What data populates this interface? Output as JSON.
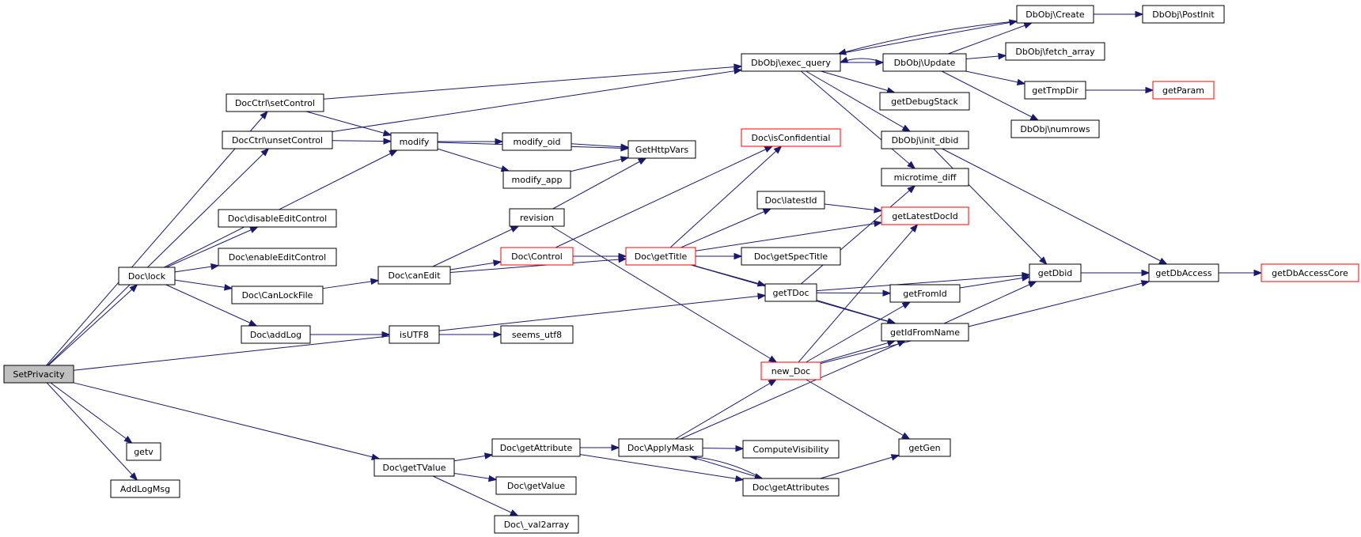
{
  "colors": {
    "edge": "#191970",
    "node_border": "#000000",
    "incomplete_border": "#ff0000",
    "root_fill": "#bfbfbf"
  },
  "nodes": [
    {
      "id": "SetPrivacity",
      "label": "SetPrivacity",
      "root": true
    },
    {
      "id": "getv",
      "label": "getv"
    },
    {
      "id": "AddLogMsg",
      "label": "AddLogMsg"
    },
    {
      "id": "Doc_lock",
      "label": "Doc\\lock"
    },
    {
      "id": "DocCtrl_setControl",
      "label": "DocCtrl\\setControl"
    },
    {
      "id": "DocCtrl_unsetControl",
      "label": "DocCtrl\\unsetControl"
    },
    {
      "id": "Doc_disableEditControl",
      "label": "Doc\\disableEditControl"
    },
    {
      "id": "Doc_enableEditControl",
      "label": "Doc\\enableEditControl"
    },
    {
      "id": "Doc_CanLockFile",
      "label": "Doc\\CanLockFile"
    },
    {
      "id": "Doc_addLog",
      "label": "Doc\\addLog"
    },
    {
      "id": "Doc_getTValue",
      "label": "Doc\\getTValue"
    },
    {
      "id": "modify",
      "label": "modify"
    },
    {
      "id": "Doc_canEdit",
      "label": "Doc\\canEdit"
    },
    {
      "id": "isUTF8",
      "label": "isUTF8"
    },
    {
      "id": "Doc_getAttribute",
      "label": "Doc\\getAttribute"
    },
    {
      "id": "Doc_getValue",
      "label": "Doc\\getValue"
    },
    {
      "id": "Doc__val2array",
      "label": "Doc\\_val2array"
    },
    {
      "id": "modify_oid",
      "label": "modify_oid"
    },
    {
      "id": "modify_app",
      "label": "modify_app"
    },
    {
      "id": "revision",
      "label": "revision"
    },
    {
      "id": "Doc_Control",
      "label": "Doc\\Control",
      "incomplete": true
    },
    {
      "id": "seems_utf8",
      "label": "seems_utf8"
    },
    {
      "id": "GetHttpVars",
      "label": "GetHttpVars"
    },
    {
      "id": "Doc_getTitle",
      "label": "Doc\\getTitle",
      "incomplete": true
    },
    {
      "id": "Doc_ApplyMask",
      "label": "Doc\\ApplyMask"
    },
    {
      "id": "DbObj_exec_query",
      "label": "DbObj\\exec_query"
    },
    {
      "id": "Doc_isConfidential",
      "label": "Doc\\isConfidential",
      "incomplete": true
    },
    {
      "id": "Doc_latestId",
      "label": "Doc\\latestId"
    },
    {
      "id": "Doc_getSpecTitle",
      "label": "Doc\\getSpecTitle"
    },
    {
      "id": "getTDoc",
      "label": "getTDoc"
    },
    {
      "id": "new_Doc",
      "label": "new_Doc",
      "incomplete": true
    },
    {
      "id": "ComputeVisibility",
      "label": "ComputeVisibility"
    },
    {
      "id": "Doc_getAttributes",
      "label": "Doc\\getAttributes"
    },
    {
      "id": "DbObj_Update",
      "label": "DbObj\\Update"
    },
    {
      "id": "getDebugStack",
      "label": "getDebugStack"
    },
    {
      "id": "DbObj_init_dbid",
      "label": "DbObj\\init_dbid"
    },
    {
      "id": "microtime_diff",
      "label": "microtime_diff"
    },
    {
      "id": "getLatestDocId",
      "label": "getLatestDocId",
      "incomplete": true
    },
    {
      "id": "getFromId",
      "label": "getFromId"
    },
    {
      "id": "getIdFromName",
      "label": "getIdFromName"
    },
    {
      "id": "getGen",
      "label": "getGen"
    },
    {
      "id": "DbObj_Create",
      "label": "DbObj\\Create"
    },
    {
      "id": "DbObj_fetch_array",
      "label": "DbObj\\fetch_array"
    },
    {
      "id": "getTmpDir",
      "label": "getTmpDir"
    },
    {
      "id": "DbObj_numrows",
      "label": "DbObj\\numrows"
    },
    {
      "id": "getDbid",
      "label": "getDbid"
    },
    {
      "id": "DbObj_PostInit",
      "label": "DbObj\\PostInit"
    },
    {
      "id": "getParam",
      "label": "getParam",
      "incomplete": true
    },
    {
      "id": "getDbAccess",
      "label": "getDbAccess"
    },
    {
      "id": "getDbAccessCore",
      "label": "getDbAccessCore",
      "incomplete": true
    }
  ],
  "edges": [
    [
      "SetPrivacity",
      "DocCtrl_setControl"
    ],
    [
      "SetPrivacity",
      "DocCtrl_unsetControl"
    ],
    [
      "SetPrivacity",
      "Doc_lock"
    ],
    [
      "SetPrivacity",
      "getTDoc"
    ],
    [
      "SetPrivacity",
      "Doc_getTValue"
    ],
    [
      "SetPrivacity",
      "getv"
    ],
    [
      "SetPrivacity",
      "AddLogMsg"
    ],
    [
      "DocCtrl_setControl",
      "DbObj_exec_query"
    ],
    [
      "DocCtrl_setControl",
      "modify"
    ],
    [
      "DocCtrl_unsetControl",
      "DbObj_exec_query"
    ],
    [
      "DocCtrl_unsetControl",
      "modify"
    ],
    [
      "Doc_lock",
      "modify"
    ],
    [
      "Doc_lock",
      "Doc_disableEditControl"
    ],
    [
      "Doc_lock",
      "Doc_enableEditControl"
    ],
    [
      "Doc_lock",
      "Doc_CanLockFile"
    ],
    [
      "Doc_lock",
      "Doc_addLog"
    ],
    [
      "modify",
      "GetHttpVars"
    ],
    [
      "modify",
      "modify_oid"
    ],
    [
      "modify",
      "modify_app"
    ],
    [
      "modify_oid",
      "GetHttpVars"
    ],
    [
      "modify_app",
      "GetHttpVars"
    ],
    [
      "Doc_CanLockFile",
      "Doc_canEdit"
    ],
    [
      "Doc_canEdit",
      "revision"
    ],
    [
      "Doc_canEdit",
      "Doc_Control"
    ],
    [
      "Doc_canEdit",
      "Doc_getTitle"
    ],
    [
      "Doc_addLog",
      "isUTF8"
    ],
    [
      "isUTF8",
      "seems_utf8"
    ],
    [
      "revision",
      "GetHttpVars"
    ],
    [
      "revision",
      "new_Doc"
    ],
    [
      "Doc_Control",
      "Doc_isConfidential"
    ],
    [
      "Doc_Control",
      "Doc_getTitle"
    ],
    [
      "Doc_getTitle",
      "Doc_isConfidential"
    ],
    [
      "Doc_getTitle",
      "Doc_latestId"
    ],
    [
      "Doc_getTitle",
      "getLatestDocId"
    ],
    [
      "Doc_getTitle",
      "Doc_getSpecTitle"
    ],
    [
      "Doc_getTitle",
      "getTDoc"
    ],
    [
      "Doc_getTitle",
      "getIdFromName"
    ],
    [
      "Doc_latestId",
      "getLatestDocId"
    ],
    [
      "getTDoc",
      "microtime_diff"
    ],
    [
      "getTDoc",
      "getDbid"
    ],
    [
      "getTDoc",
      "getFromId"
    ],
    [
      "getTDoc",
      "getIdFromName"
    ],
    [
      "new_Doc",
      "getLatestDocId"
    ],
    [
      "new_Doc",
      "getFromId"
    ],
    [
      "new_Doc",
      "getIdFromName"
    ],
    [
      "new_Doc",
      "getDbAccess"
    ],
    [
      "new_Doc",
      "getGen"
    ],
    [
      "Doc_getTValue",
      "Doc_getAttribute"
    ],
    [
      "Doc_getTValue",
      "Doc_getValue"
    ],
    [
      "Doc_getTValue",
      "Doc__val2array"
    ],
    [
      "Doc_getAttribute",
      "Doc_ApplyMask"
    ],
    [
      "Doc_getAttribute",
      "Doc_getAttributes"
    ],
    [
      "Doc_ApplyMask",
      "new_Doc"
    ],
    [
      "Doc_ApplyMask",
      "getIdFromName"
    ],
    [
      "Doc_ApplyMask",
      "ComputeVisibility"
    ],
    [
      "Doc_ApplyMask",
      "Doc_getAttributes"
    ],
    [
      "Doc_getAttributes",
      "Doc_ApplyMask"
    ],
    [
      "Doc_getAttributes",
      "getGen"
    ],
    [
      "DbObj_exec_query",
      "DbObj_Update"
    ],
    [
      "DbObj_exec_query",
      "DbObj_Create"
    ],
    [
      "DbObj_exec_query",
      "getDebugStack"
    ],
    [
      "DbObj_exec_query",
      "DbObj_init_dbid"
    ],
    [
      "DbObj_exec_query",
      "microtime_diff"
    ],
    [
      "DbObj_Update",
      "DbObj_exec_query"
    ],
    [
      "DbObj_Update",
      "DbObj_Create"
    ],
    [
      "DbObj_Update",
      "DbObj_fetch_array"
    ],
    [
      "DbObj_Update",
      "getTmpDir"
    ],
    [
      "DbObj_Update",
      "DbObj_numrows"
    ],
    [
      "DbObj_Create",
      "DbObj_exec_query"
    ],
    [
      "DbObj_Create",
      "DbObj_PostInit"
    ],
    [
      "getTmpDir",
      "getParam"
    ],
    [
      "DbObj_init_dbid",
      "getDbid"
    ],
    [
      "DbObj_init_dbid",
      "getDbAccess"
    ],
    [
      "getFromId",
      "getDbid"
    ],
    [
      "getIdFromName",
      "getDbid"
    ],
    [
      "getDbid",
      "getDbAccess"
    ],
    [
      "getDbAccess",
      "getDbAccessCore"
    ]
  ]
}
